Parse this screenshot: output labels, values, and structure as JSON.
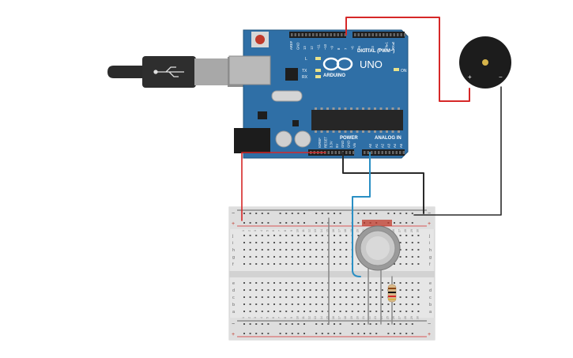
{
  "board": {
    "logo": "ARDUINO",
    "model": "UNO",
    "digital_label": "DIGITAL (PWM~)",
    "power_label": "POWER",
    "analog_label": "ANALOG IN",
    "led_labels": [
      "L",
      "TX",
      "RX"
    ],
    "on_label": "ON",
    "digital_pins": [
      "AREF",
      "GND",
      "13",
      "12",
      "~11",
      "~10",
      "~9",
      "8",
      "7",
      "~6",
      "~5",
      "4",
      "~3",
      "2",
      "TX▸1",
      "RX◂0"
    ],
    "power_pins": [
      "IOREF",
      "RESET",
      "3.3V",
      "5V",
      "GND",
      "GND",
      "Vin"
    ],
    "analog_pins": [
      "A0",
      "A1",
      "A2",
      "A3",
      "A4",
      "A5"
    ]
  },
  "buzzer": {
    "plus": "+",
    "minus": "−"
  },
  "breadboard": {
    "rail_plus": "+",
    "rail_minus": "−",
    "rows_top": [
      "j",
      "i",
      "h",
      "g",
      "f"
    ],
    "rows_bottom": [
      "e",
      "d",
      "c",
      "b",
      "a"
    ],
    "columns": [
      "1",
      "2",
      "3",
      "4",
      "5",
      "6",
      "7",
      "8",
      "9",
      "10",
      "11",
      "12",
      "13",
      "14",
      "15",
      "16",
      "17",
      "18",
      "19",
      "20",
      "21",
      "22",
      "23",
      "24",
      "25",
      "26",
      "27",
      "28",
      "29",
      "30"
    ]
  },
  "colors": {
    "board": "#2f6fa6",
    "wire_red": "#d62828",
    "wire_black": "#2a2a2a",
    "wire_blue": "#2a8fc4",
    "wire_grey": "#8a8a8a",
    "breadboard": "#e6e6e6"
  }
}
